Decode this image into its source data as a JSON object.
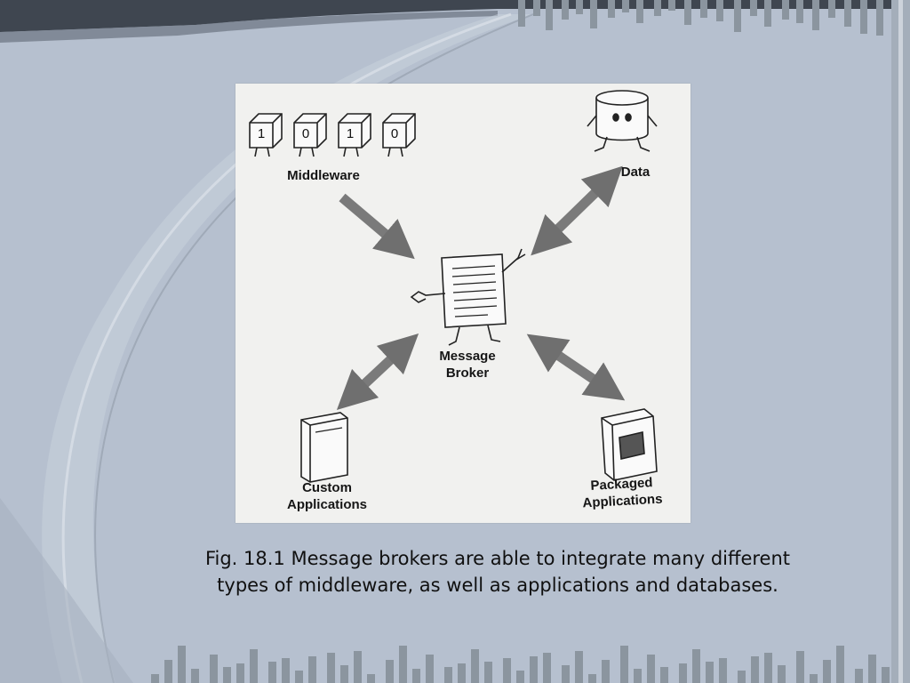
{
  "figure": {
    "middleware_label": "Middleware",
    "data_label": "Data",
    "broker_label_line1": "Message",
    "broker_label_line2": "Broker",
    "custom_label_line1": "Custom",
    "custom_label_line2": "Applications",
    "packaged_label_line1": "Packaged",
    "packaged_label_line2": "Applications",
    "middleware_cubes": [
      "1",
      "0",
      "1",
      "0"
    ]
  },
  "caption_line1": "Fig. 18.1 Message brokers are able to integrate many different",
  "caption_line2": "types of middleware, as well as applications and databases.",
  "colors": {
    "background": "#b6c0cf",
    "panel": "#f1f1ef",
    "arrow": "#7a7a7a",
    "bars": "#8b959f"
  }
}
